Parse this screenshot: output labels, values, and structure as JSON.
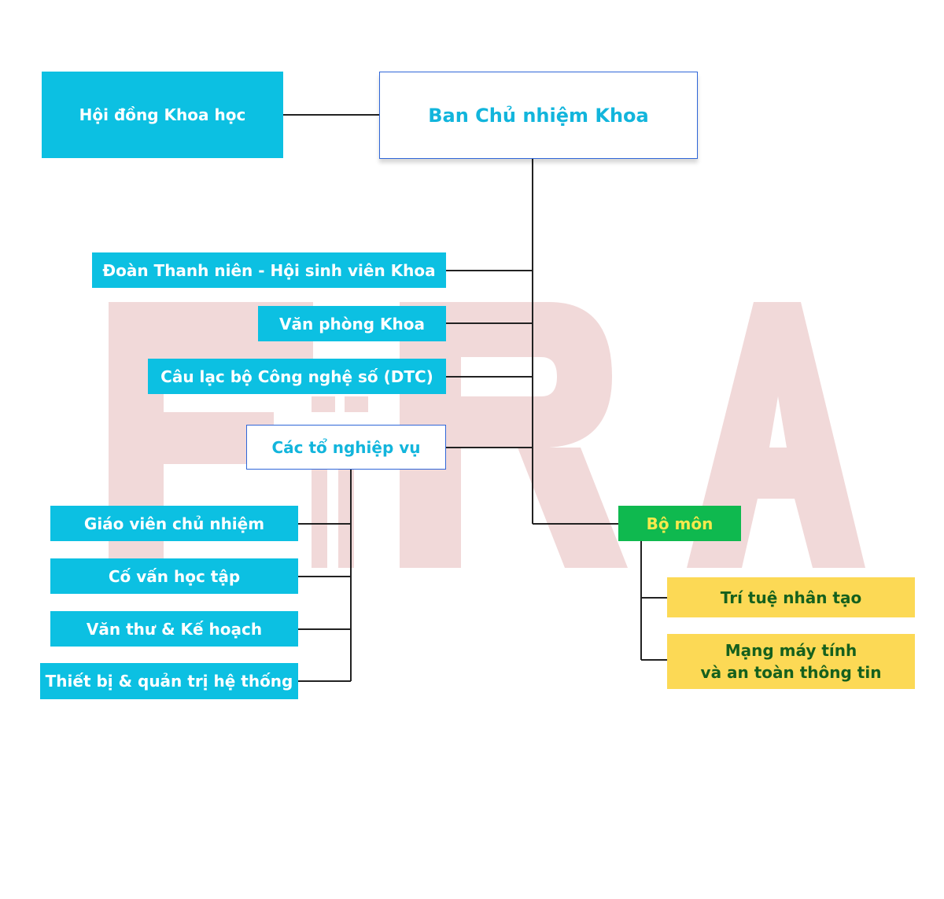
{
  "nodes": {
    "hoi_dong_khoa_hoc": "Hội đồng Khoa học",
    "ban_chu_nhiem": "Ban Chủ nhiệm Khoa",
    "doan_thanh_nien": "Đoàn Thanh niên - Hội sinh viên Khoa",
    "van_phong": "Văn phòng Khoa",
    "cau_lac_bo": "Câu lạc bộ Công nghệ số (DTC)",
    "cac_to_nghiep_vu": "Các tổ nghiệp vụ",
    "giao_vien_chu_nhiem": "Giáo viên chủ nhiệm",
    "co_van_hoc_tap": "Cố vấn học tập",
    "van_thu_ke_hoach": "Văn thư & Kế hoạch",
    "thiet_bi": "Thiết bị & quản trị hệ thống",
    "bo_mon": "Bộ môn",
    "tri_tue_nhan_tao": "Trí tuệ nhân tạo",
    "mang_may_tinh": "Mạng máy tính\nvà an toàn thông tin"
  },
  "watermark": {
    "text": "FIRA"
  },
  "colors": {
    "cyan": "#0cc0e2",
    "outline_border": "#2f66d8",
    "outline_text": "#12b5dc",
    "green": "#0fb94f",
    "green_text": "#f6e94c",
    "yellow": "#fcd955",
    "yellow_text": "#15601d",
    "connector": "#222222",
    "watermark": "#f1d9d9"
  }
}
